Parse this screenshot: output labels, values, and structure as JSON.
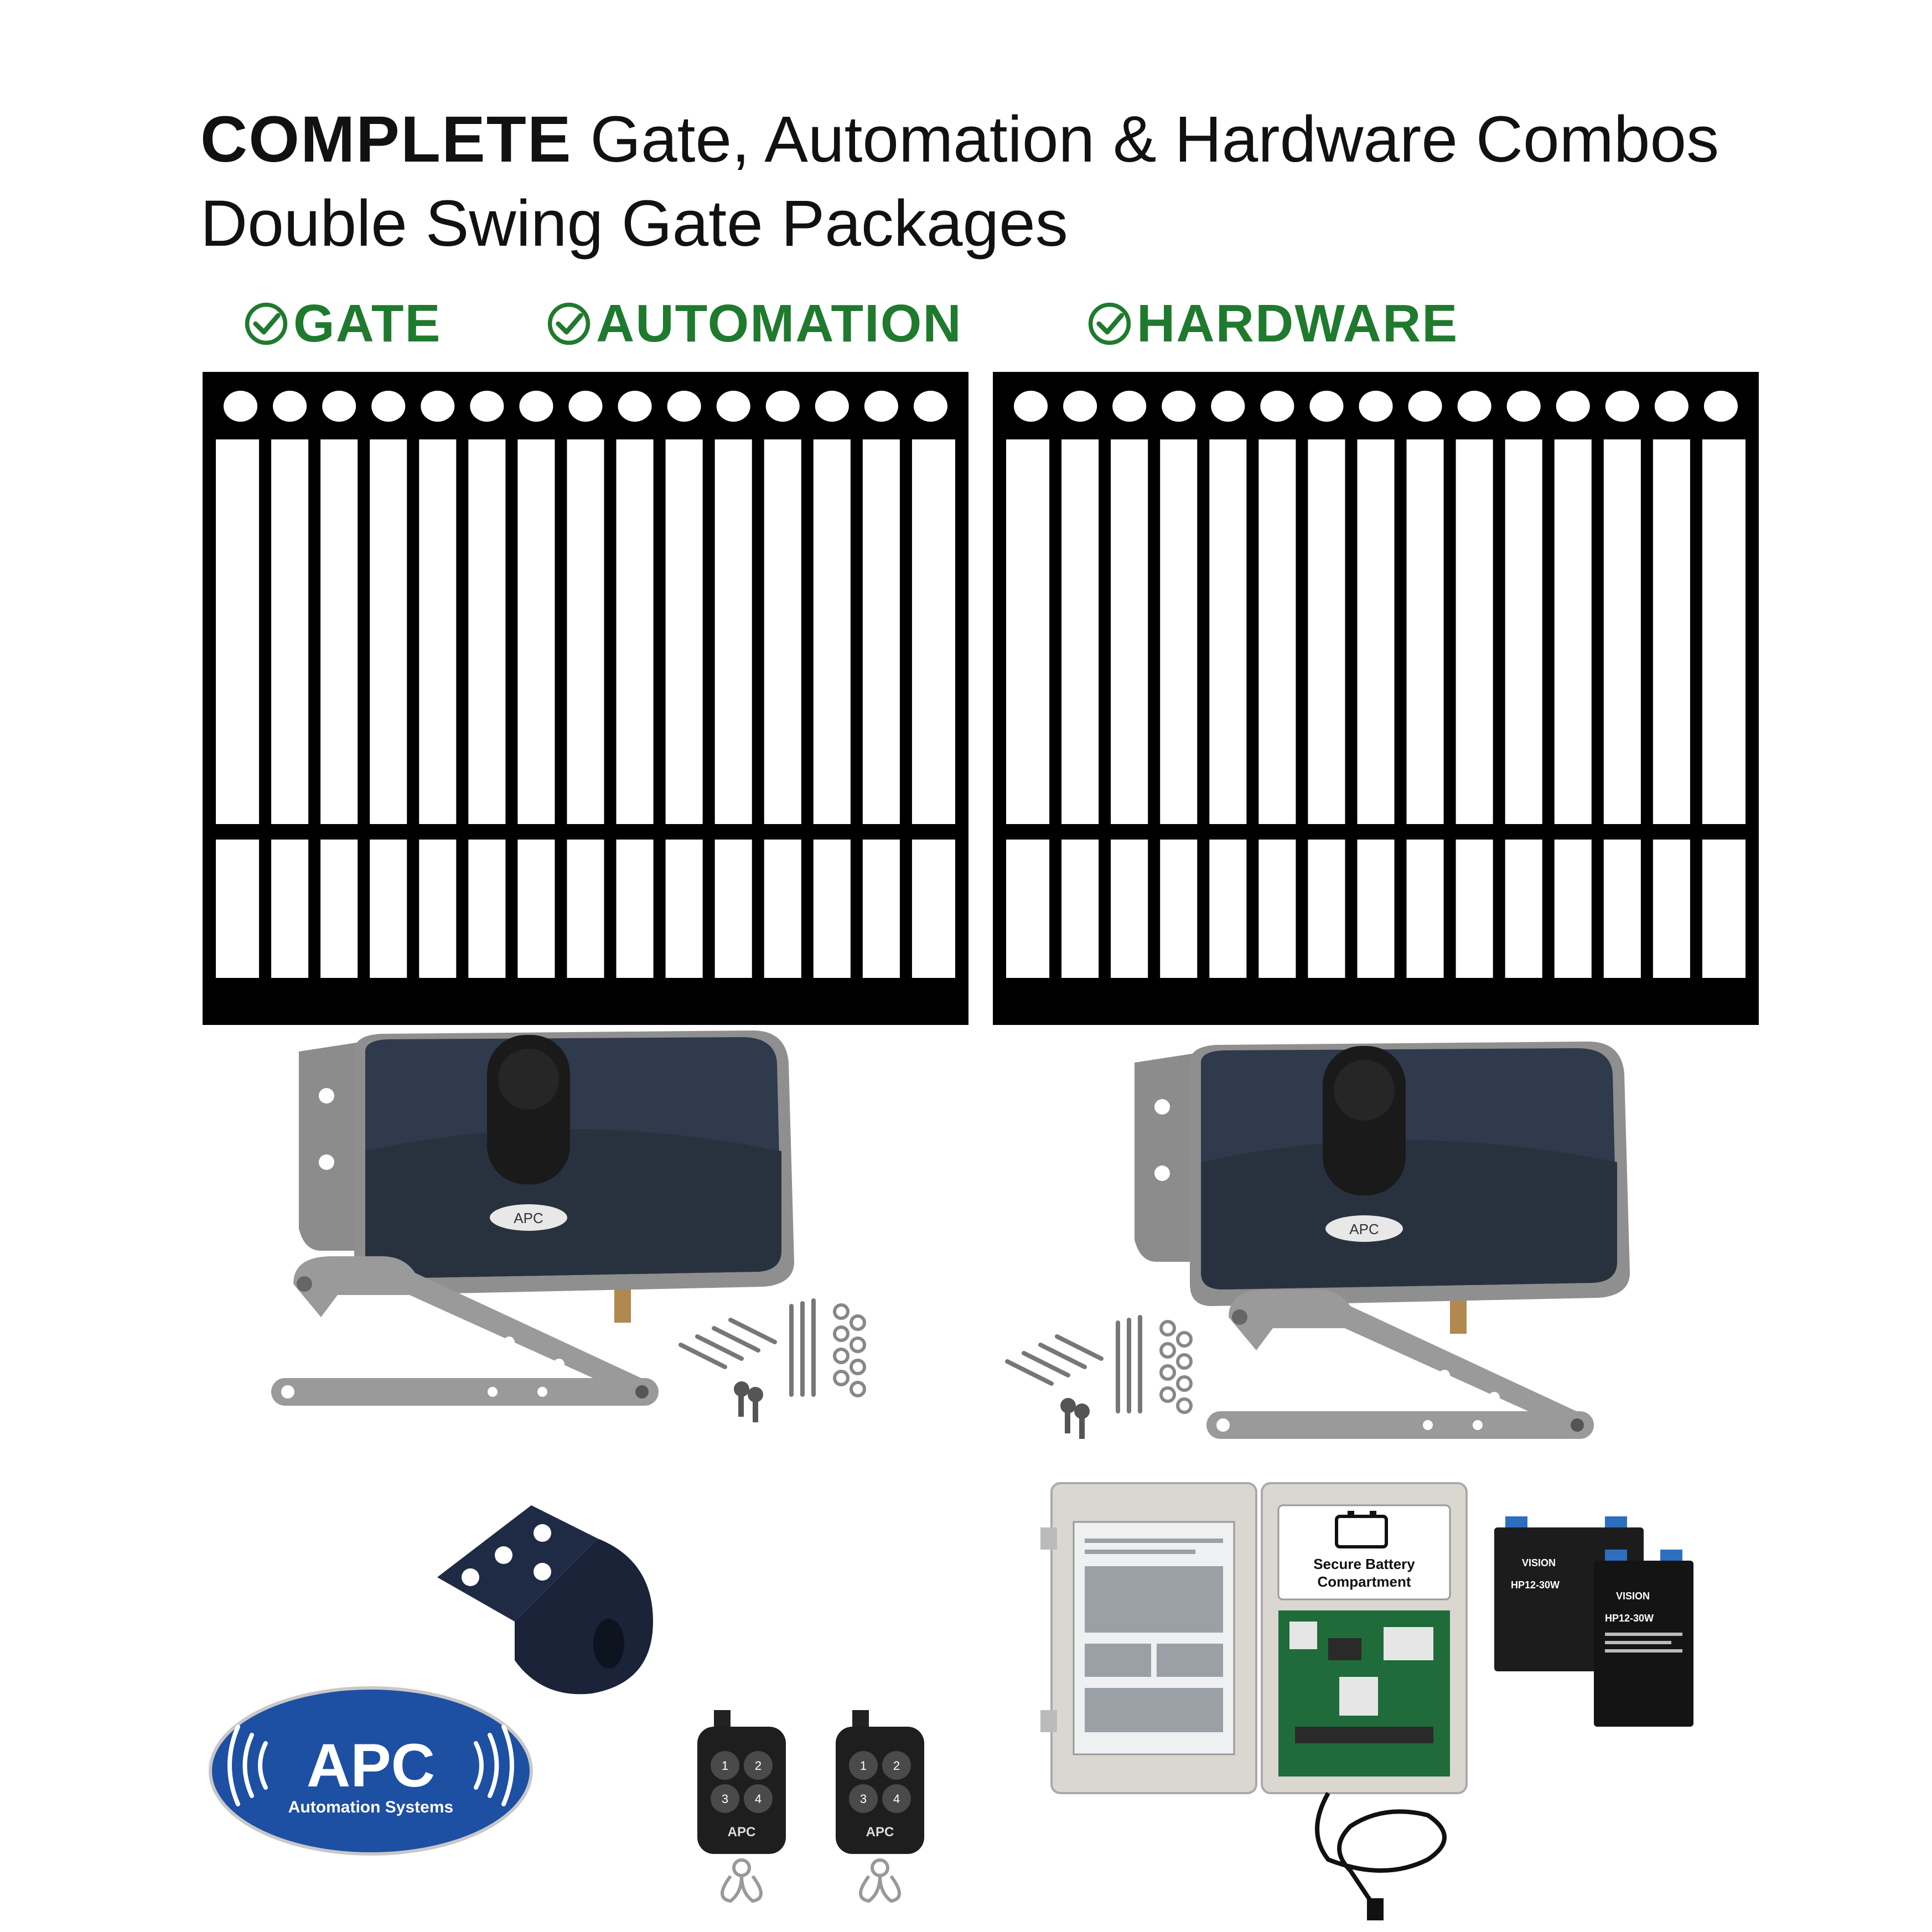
{
  "header": {
    "title_bold": "COMPLETE",
    "title_rest": " Gate, Automation & Hardware Combos",
    "subtitle": "Double Swing Gate Packages"
  },
  "checks": [
    {
      "label": "GATE",
      "icon": "check-circle-icon"
    },
    {
      "label": "AUTOMATION",
      "icon": "check-circle-icon"
    },
    {
      "label": "HARDWARE",
      "icon": "check-circle-icon"
    }
  ],
  "motor_badge": "APC",
  "remote_badge": "APC",
  "remote_buttons": [
    "1",
    "2",
    "3",
    "4"
  ],
  "control_box": {
    "label_line1": "Secure Battery",
    "label_line2": "Compartment"
  },
  "batteries": [
    {
      "brand": "VISION",
      "model": "HP12-30W"
    },
    {
      "brand": "VISION",
      "model": "HP12-30W"
    }
  ],
  "logo": {
    "brand": "APC",
    "tagline": "Automation Systems"
  },
  "colors": {
    "check_green": "#1f7a2e",
    "gate_black": "#000000",
    "motor_body": "#2f3a4c",
    "bracket_grey": "#9a9a9a",
    "logo_blue": "#1d4fa3"
  }
}
